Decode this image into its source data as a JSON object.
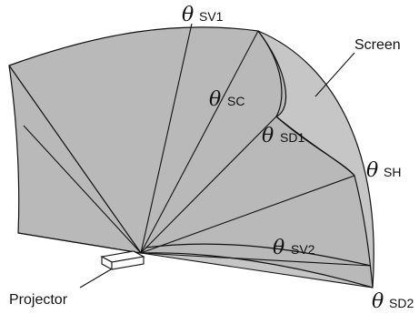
{
  "labels": {
    "screen": "Screen",
    "projector": "Projector"
  },
  "angle_labels": [
    {
      "symbol": "θ",
      "subscript": "SV1"
    },
    {
      "symbol": "θ",
      "subscript": "SC"
    },
    {
      "symbol": "θ",
      "subscript": "SD1"
    },
    {
      "symbol": "θ",
      "subscript": "SH"
    },
    {
      "symbol": "θ",
      "subscript": "SV2"
    },
    {
      "symbol": "θ",
      "subscript": "SD2"
    }
  ],
  "colors": {
    "outer_shade": "#c6c6c6",
    "inner_shade": "#b9b9b9",
    "stroke": "#111111",
    "background": "#ffffff"
  }
}
